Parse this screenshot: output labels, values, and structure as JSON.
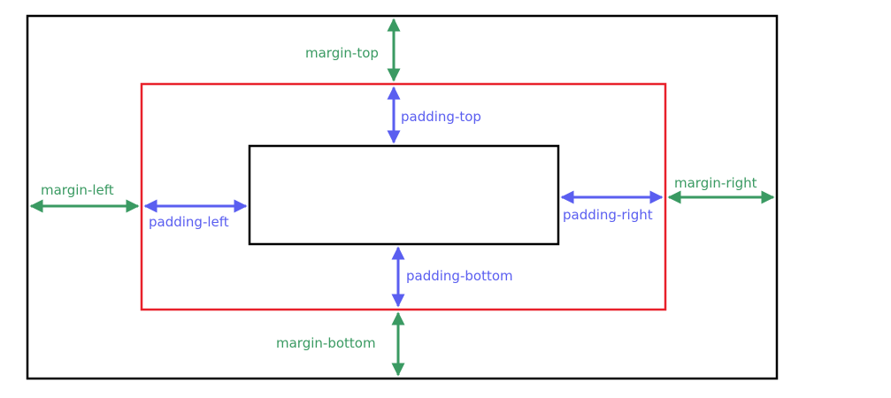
{
  "colors": {
    "outer_border": "#000000",
    "border_box": "#e8202a",
    "content_box": "#000000",
    "margin_arrow": "#3a9a62",
    "padding_arrow": "#5a5ef0"
  },
  "labels": {
    "margin_top": "margin-top",
    "margin_bottom": "margin-bottom",
    "margin_left": "margin-left",
    "margin_right": "margin-right",
    "padding_top": "padding-top",
    "padding_bottom": "padding-bottom",
    "padding_left": "padding-left",
    "padding_right": "padding-right"
  }
}
